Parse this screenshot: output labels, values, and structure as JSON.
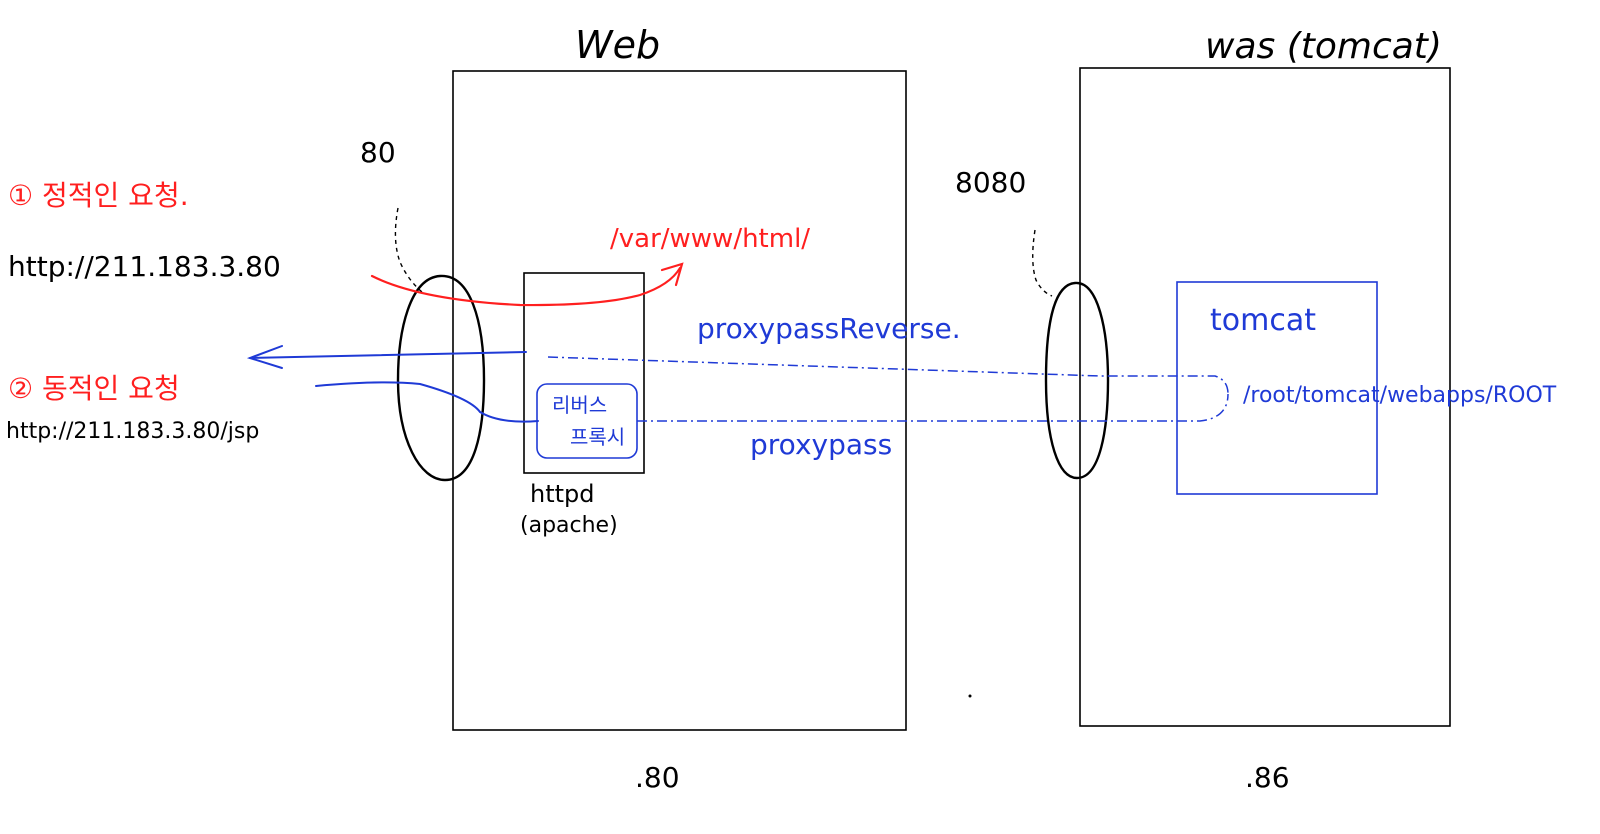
{
  "labels": {
    "web_title": "Web",
    "was_title": "was (tomcat)",
    "port_80": "80",
    "port_8080": "8080",
    "static_request": "① 정적인 요청.",
    "static_url": "http://211.183.3.80",
    "static_path": "/var/www/html/",
    "dynamic_request": "② 동적인 요청",
    "dynamic_url": "http://211.183.3.80/jsp",
    "proxy_reverse": "proxypassReverse.",
    "proxy_pass": "proxypass",
    "reverse_proxy_line1": "리버스",
    "reverse_proxy_line2": "프록시",
    "httpd": "httpd",
    "apache": "(apache)",
    "tomcat": "tomcat",
    "root_path": "/root/tomcat/webapps/ROOT",
    "web_ip_suffix": ".80",
    "was_ip_suffix": ".86"
  },
  "colors": {
    "ink": "#000000",
    "static_flow": "#ff1f1f",
    "dynamic_flow": "#1f3ad6"
  }
}
